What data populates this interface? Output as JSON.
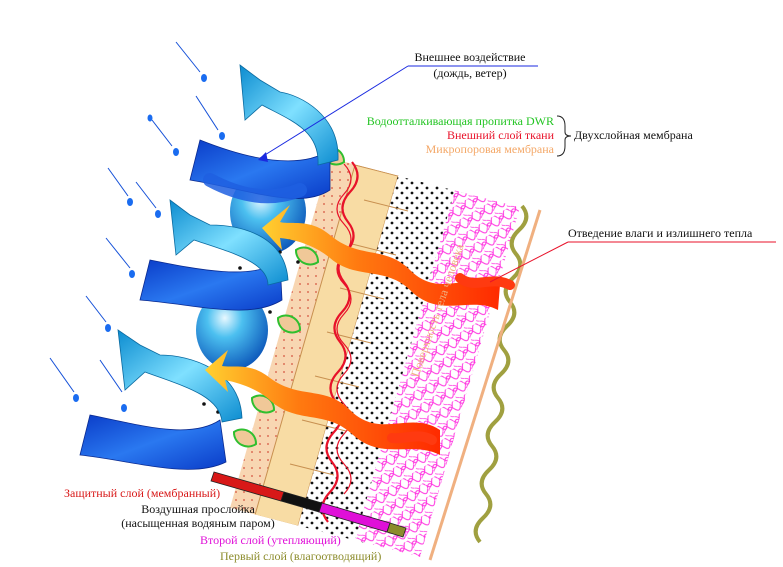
{
  "labels": {
    "external_title": "Внешнее воздействие",
    "external_sub": "(дождь, ветер)",
    "dwr": "Водоотталкивающая пропитка DWR",
    "outer_fabric": "Внешний слой ткани",
    "micro_membrane": "Микропоровая мембрана",
    "two_layer": "Двухслойная мембрана",
    "moisture_heat": "Отведение влаги и излишнего тепла",
    "body_surface": "Поверхность тела человека",
    "protective_layer": "Защитный слой (мембранный)",
    "air_gap_1": "Воздушная прослойка",
    "air_gap_2": "(насыщенная водяным паром)",
    "second_layer": "Второй слой (утепляющий)",
    "first_layer": "Первый слой (влагоотводящий)"
  },
  "colors": {
    "dwr": "#22c422",
    "outer_fabric": "#e8122a",
    "micro_membrane": "#f4a868",
    "body_surface": "#f0b080",
    "second_layer": "#e010d8",
    "first_layer": "#8c8c2c",
    "air_gap": "#000000",
    "protective_layer": "#d81818",
    "rain_arrow": "#1450d8",
    "wind_arrow": "#19a8e0",
    "heat_arrow": "#ff6a10",
    "membrane_fill": "#f8dca4",
    "fleece": "#ff40e0",
    "wave": "#a0a040"
  },
  "icons": {
    "rain_drop": "raindrop-icon",
    "rain_arrow": "curved-arrow-icon",
    "heat_arrow": "wavy-arrow-icon"
  }
}
